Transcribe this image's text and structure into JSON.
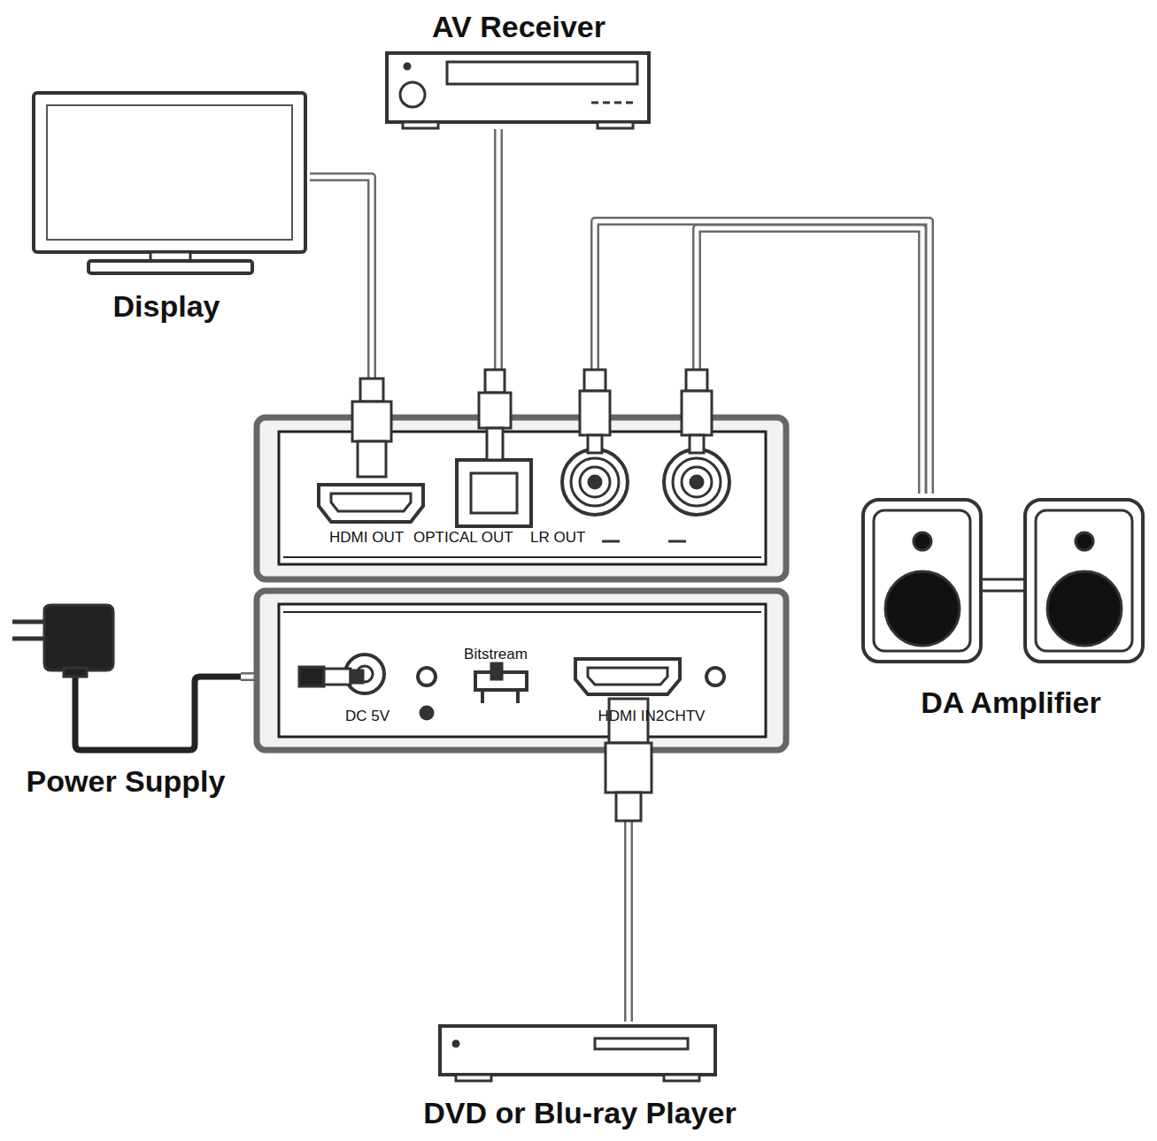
{
  "diagram": {
    "nodes": [
      {
        "text": [
          "AV Receiver"
        ]
      },
      {
        "text": [
          "Display"
        ]
      },
      {
        "text": [
          "HDMI OUT",
          "OPTICAL OUT",
          "LR OUT"
        ]
      },
      {
        "text": [
          "Bitstream",
          "DC 5V",
          "HDMI IN2CHTV"
        ]
      },
      {
        "text": [
          "DA Amplifier"
        ]
      },
      {
        "text": [
          "Power Supply"
        ]
      },
      {
        "text": [
          "DVD or Blu-ray Player"
        ]
      }
    ],
    "edges": [
      {
        "from": 1,
        "to": 2,
        "arrow": "none"
      },
      {
        "from": 0,
        "to": 2,
        "arrow": "none"
      },
      {
        "from": 2,
        "to": 4,
        "arrow": "none"
      },
      {
        "from": 2,
        "to": 4,
        "arrow": "none"
      },
      {
        "from": 5,
        "to": 3,
        "arrow": "none"
      },
      {
        "from": 6,
        "to": 3,
        "arrow": "none"
      }
    ]
  }
}
